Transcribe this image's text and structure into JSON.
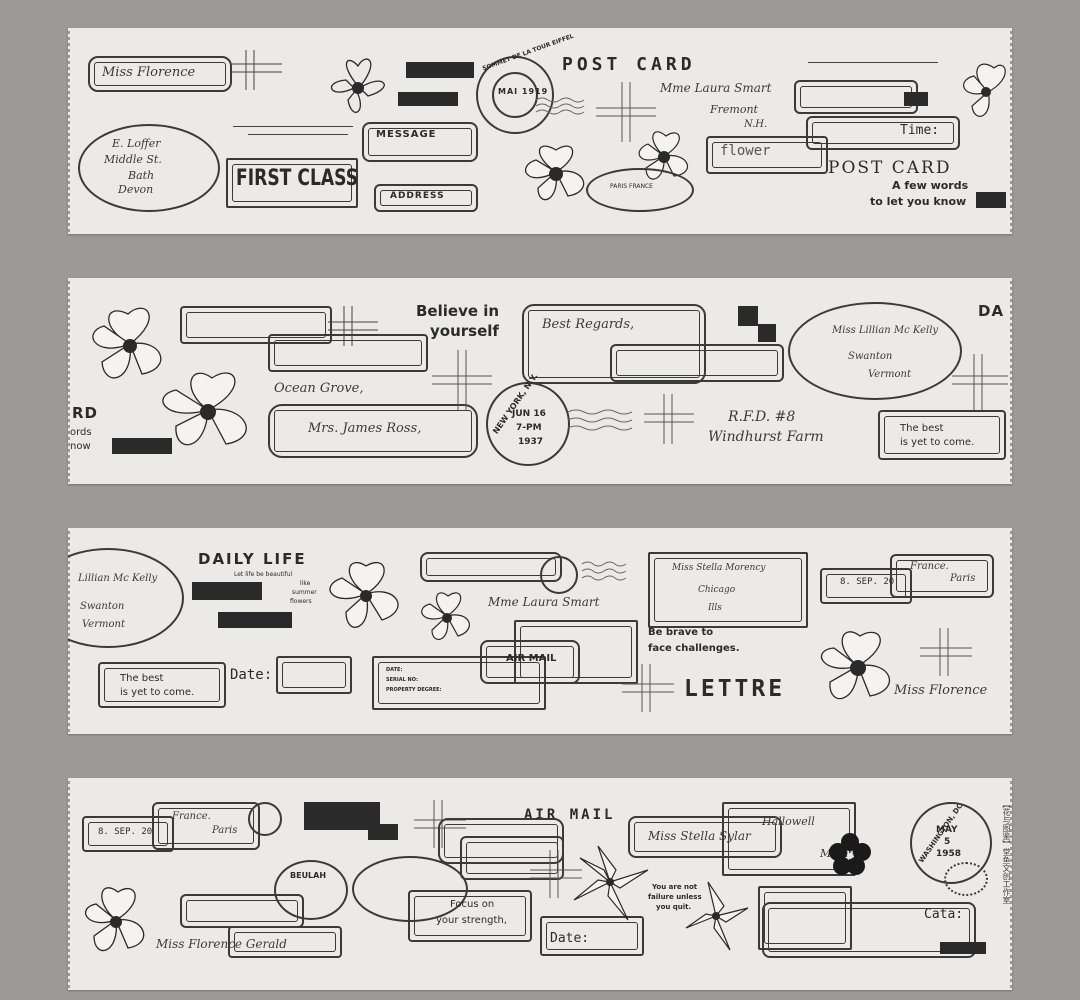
{
  "top_mark": "",
  "strip1": {
    "script_1": "Miss Florence",
    "script_2": "E. Loffer",
    "script_3": "Middle St.",
    "script_4": "Bath",
    "script_5": "Devon",
    "first_class": "FIRST CLASS",
    "message": "MESSAGE",
    "address": "ADDRESS",
    "stamp_text": "SOMMET DE LA TOUR EIFFEL",
    "stamp_center": "MAI 1919",
    "post_card": "POST CARD",
    "script_6": "Mme Laura Smart",
    "script_7": "Fremont",
    "script_8": "N.H.",
    "paris": "PARIS FRANCE",
    "flower": "flower",
    "time": "Time:",
    "post_card_2": "POST CARD",
    "few_words_1": "A few words",
    "few_words_2": "to let you know"
  },
  "strip2": {
    "believe_1": "Believe in",
    "believe_2": "yourself",
    "script_1": "Ocean Grove,",
    "script_2": "Mrs. James Ross,",
    "script_3": "Best Regards,",
    "postmark_1": "NEW YORK, N.Y.",
    "postmark_2": "JUN 16",
    "postmark_3": "7-PM",
    "postmark_4": "1937",
    "script_4": "R.F.D. #8",
    "script_5": "Windhurst Farm",
    "script_6": "Miss Lillian Mc Kelly",
    "script_7": "Swanton",
    "script_8": "Vermont",
    "best_1": "The best",
    "best_2": "is yet to come.",
    "edge_left_1": "RD",
    "edge_left_2": "ords",
    "edge_left_3": "now",
    "edge_right": "DA"
  },
  "strip3": {
    "daily_life": "DAILY LIFE",
    "daily_sub_1": "Let life be beautiful",
    "daily_sub_2": "like",
    "daily_sub_3": "summer",
    "daily_sub_4": "flowers",
    "script_1": "Lillian Mc Kelly",
    "script_2": "Swanton",
    "script_3": "Vermont",
    "best_1": "The best",
    "best_2": "is yet to come.",
    "date": "Date:",
    "form_1": "DATE:",
    "form_2": "SERIAL NO:",
    "form_3": "PROPERTY DEGREE:",
    "air_mail": "AIR MAIL",
    "script_4": "Mme Laura Smart",
    "script_5": "Miss Stella Morency",
    "script_6": "Chicago",
    "script_7": "Ills",
    "brave_1": "Be brave to",
    "brave_2": "face challenges.",
    "lettre": "LETTRE",
    "sep": "8. SEP. 20",
    "script_8": "France.",
    "script_9": "Paris",
    "script_10": "Miss Florence"
  },
  "strip4": {
    "sep": "8. SEP. 20",
    "script_1": "France.",
    "script_2": "Paris",
    "air_mail": "AIR MAIL",
    "script_3": "Miss Stella Sylar",
    "script_4": "Hallowell",
    "script_5": "Maine",
    "stamp_1": "WASHINGTON, DC",
    "stamp_2": "MAY",
    "stamp_3": "5",
    "stamp_4": "1958",
    "beulah": "BEULAH",
    "focus_1": "Focus on",
    "focus_2": "your strength,",
    "failure_1": "You are not",
    "failure_2": "failure unless",
    "failure_3": "you quit.",
    "date": "Date:",
    "cata": "Cata:",
    "script_6": "Miss Florence Gerald",
    "brand": "【花与图鉴】堂鱼文创工作室"
  },
  "colors": {
    "background": "#9c9a98",
    "tape": "#ebeae6",
    "ink": "#2b2b2b"
  }
}
